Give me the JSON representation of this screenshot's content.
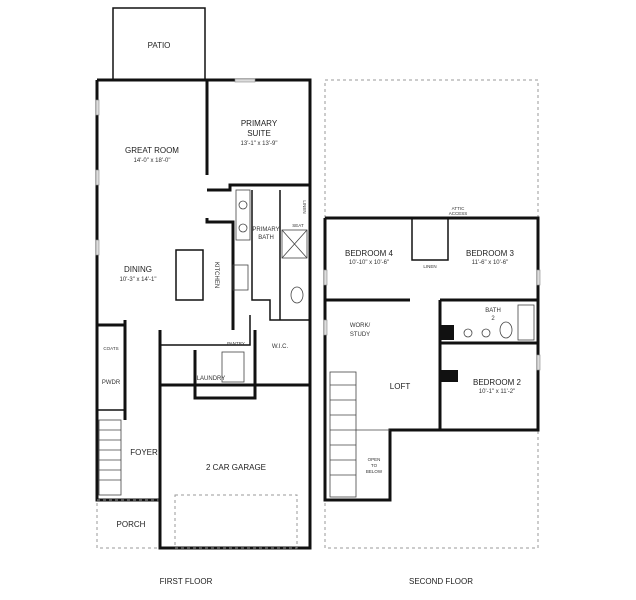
{
  "first_floor": {
    "caption": "FIRST FLOOR",
    "rooms": {
      "patio": "PATIO",
      "great_room": "GREAT ROOM",
      "great_room_dim": "14'-0\" x 18'-0\"",
      "primary_suite_1": "PRIMARY",
      "primary_suite_2": "SUITE",
      "primary_suite_dim": "13'-1\" x 13'-9\"",
      "primary_bath_1": "PRIMARY",
      "primary_bath_2": "BATH",
      "linen": "LINEN",
      "seat": "SEAT",
      "dining": "DINING",
      "dining_dim": "10'-3\" x 14'-1\"",
      "kitchen": "KITCHEN",
      "pantry": "PANTRY",
      "wic": "W.I.C.",
      "coats": "COATS",
      "pwdr": "PWDR",
      "laundry": "LAUNDRY",
      "foyer": "FOYER",
      "garage": "2 CAR GARAGE",
      "porch": "PORCH"
    }
  },
  "second_floor": {
    "caption": "SECOND FLOOR",
    "rooms": {
      "attic_1": "ATTIC",
      "attic_2": "ACCESS",
      "bedroom4": "BEDROOM 4",
      "bedroom4_dim": "10'-10\" x 10'-6\"",
      "bedroom3": "BEDROOM 3",
      "bedroom3_dim": "11'-6\" x 10'-6\"",
      "linen": "LINEN",
      "work_1": "WORK/",
      "work_2": "STUDY",
      "bath_1": "BATH",
      "bath_2": "2",
      "loft": "LOFT",
      "bedroom2": "BEDROOM 2",
      "bedroom2_dim": "10'-1\" x 11'-2\"",
      "open_1": "OPEN",
      "open_2": "TO",
      "open_3": "BELOW"
    }
  }
}
